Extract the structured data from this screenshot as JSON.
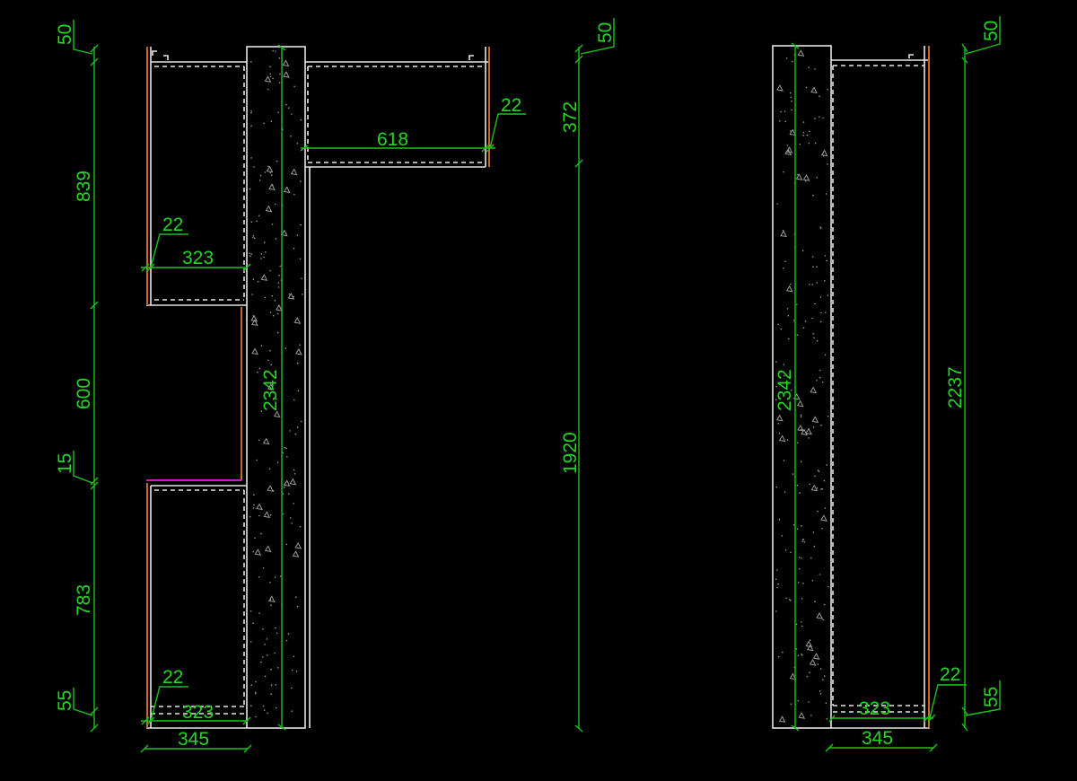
{
  "drawing": {
    "background": "#000000",
    "colors": {
      "outline": "#e6e6e6",
      "dimension": "#22d822",
      "edge_band": "#c8692c",
      "highlight": "#c020c0",
      "concrete_hatch": "#9a9a9a"
    },
    "left_elevation": {
      "dims": {
        "top_offset": "50",
        "upper_cabinet_height": "839",
        "niche_height": "600",
        "shelf_thickness": "15",
        "lower_cabinet_height": "783",
        "plinth": "55",
        "upper_panel_thickness": "22",
        "upper_inner_depth": "323",
        "lower_panel_thickness": "22",
        "lower_inner_depth": "323",
        "total_depth": "345",
        "wall_height": "2342",
        "top_box_depth": "618",
        "top_box_panel": "22"
      }
    },
    "middle_dims": {
      "top_offset": "50",
      "top_box_height": "372",
      "lower_span": "1920"
    },
    "right_elevation": {
      "dims": {
        "wall_height": "2342",
        "inner_depth": "323",
        "total_depth": "345",
        "panel_thickness": "22",
        "cabinet_height": "2237",
        "top_offset": "50",
        "plinth": "55"
      }
    }
  }
}
